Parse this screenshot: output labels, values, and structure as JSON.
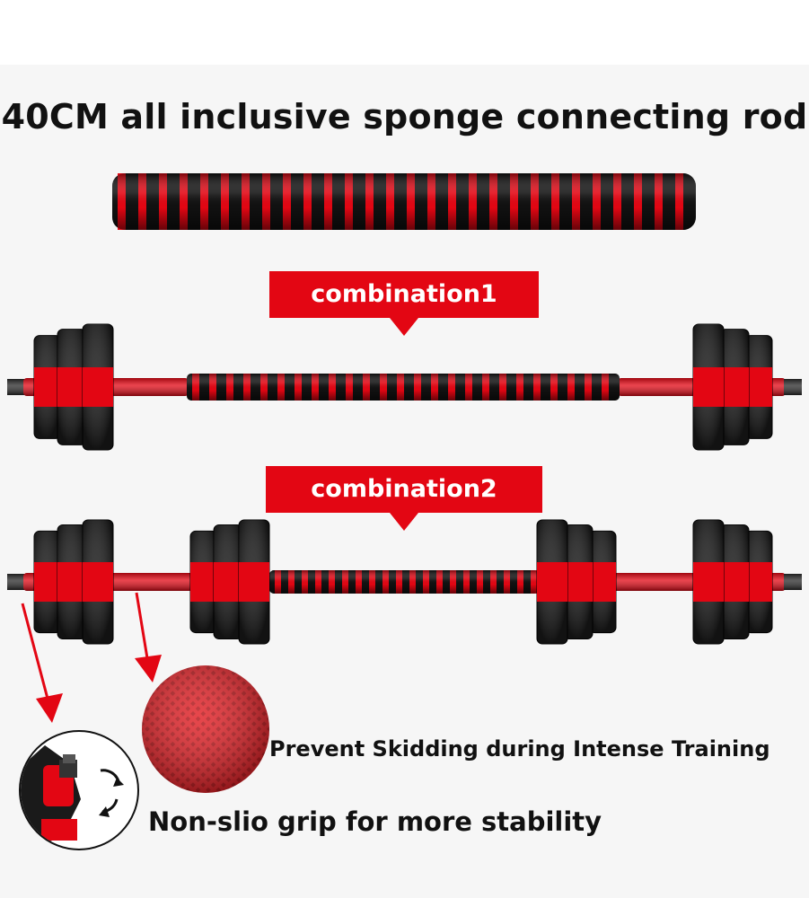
{
  "title": "40CM all inclusive sponge connecting rod",
  "combination1_label": "combination1",
  "combination2_label": "combination2",
  "caption_texture": "Prevent Skidding during Intense Training",
  "caption_grip": "Non-slio grip for more stability",
  "colors": {
    "red": "#e30613",
    "black": "#111111",
    "background": "#f6f6f6"
  }
}
